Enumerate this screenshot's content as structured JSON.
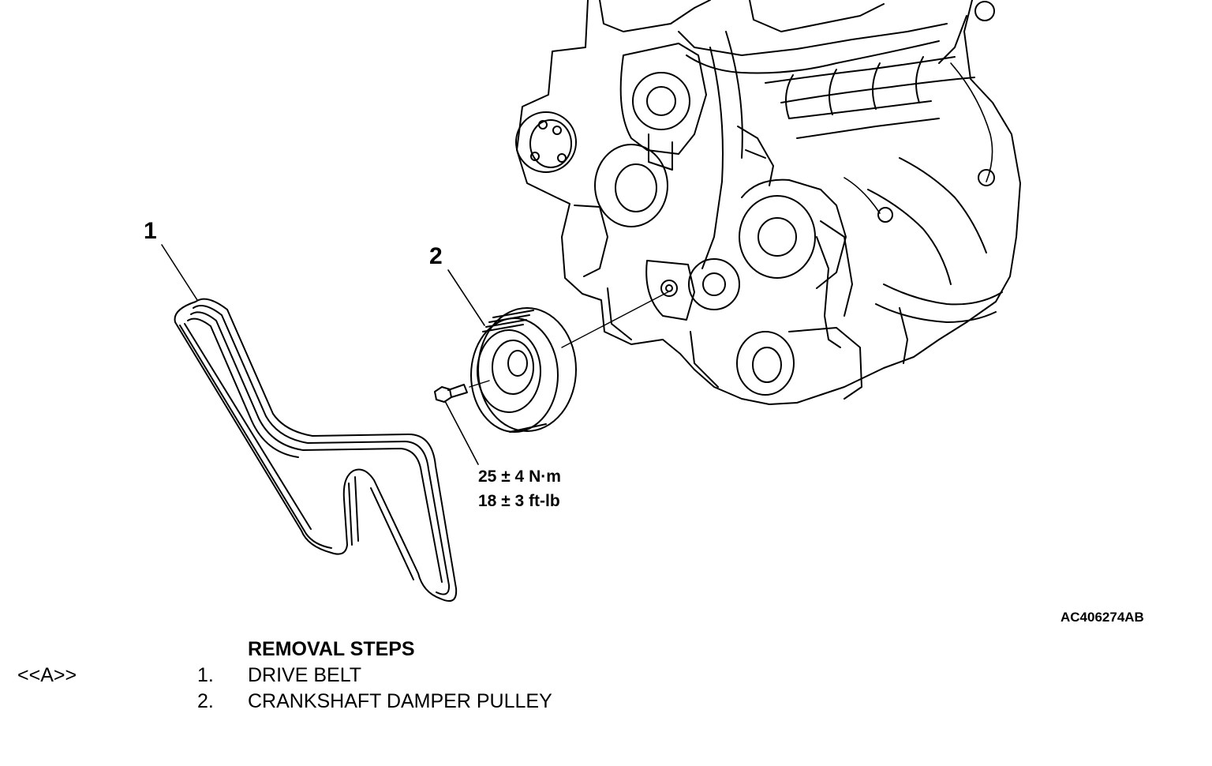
{
  "figure_id": "AC406274AB",
  "callouts": [
    {
      "number": "1",
      "part": "DRIVE BELT"
    },
    {
      "number": "2",
      "part": "CRANKSHAFT DAMPER PULLEY"
    }
  ],
  "torque": {
    "metric": "25 ± 4 N·m",
    "imperial": "18 ± 3 ft-lb"
  },
  "removal": {
    "heading": "REMOVAL STEPS",
    "note_ref": "<<A>>",
    "steps": [
      {
        "num": "1.",
        "label": "DRIVE BELT"
      },
      {
        "num": "2.",
        "label": "CRANKSHAFT DAMPER PULLEY"
      }
    ]
  },
  "colors": {
    "line": "#000000",
    "background": "#ffffff"
  }
}
